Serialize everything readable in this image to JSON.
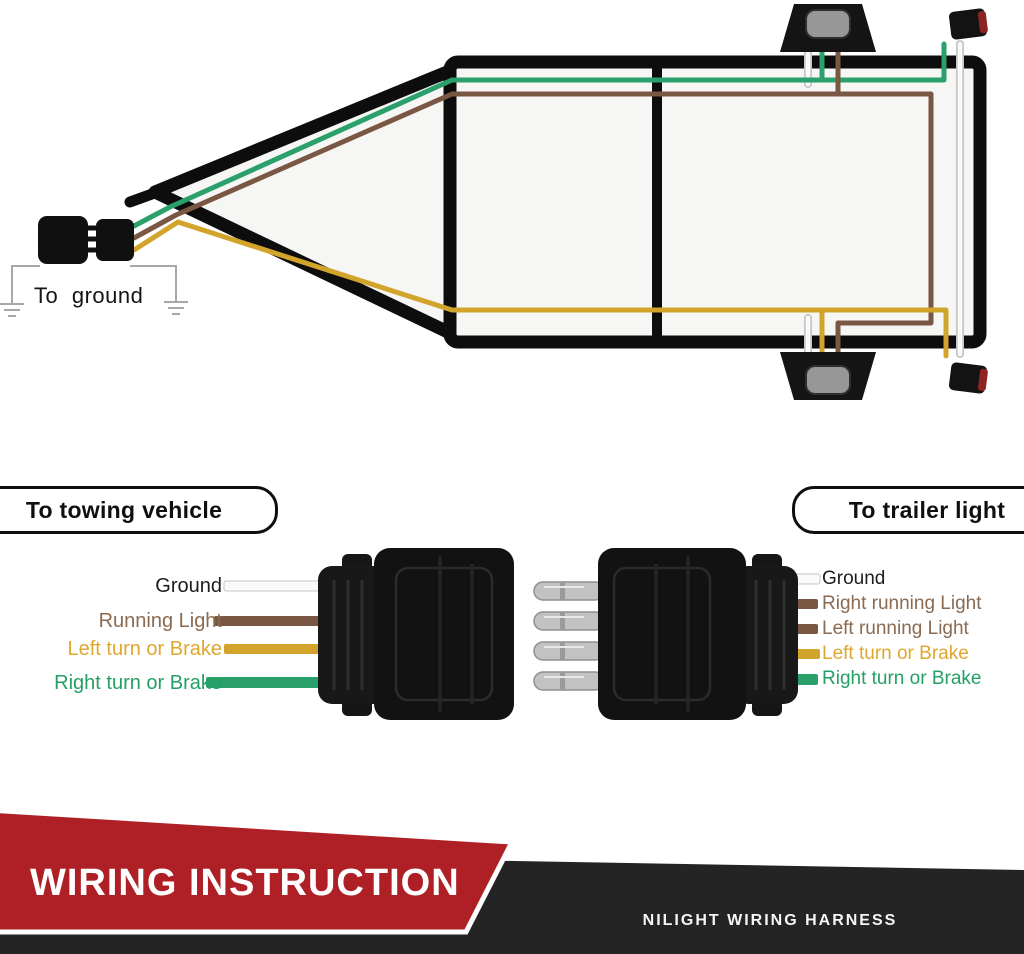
{
  "colors": {
    "frame": "#0d0d0d",
    "interior": "#f6f6f5",
    "wire_white": "#fafafa",
    "wire_white_outline": "#c6c6c6",
    "wire_brown": "#7a5742",
    "wire_yellow": "#d2a42b",
    "wire_green": "#2aa06b",
    "label_dark": "#1d1d1d",
    "label_brown": "#8a6a50",
    "label_yellow": "#dfa72f",
    "label_green": "#24a065",
    "banner_red": "#ae2025",
    "banner_dark": "#242424",
    "connector_black": "#131313",
    "pin_silver": "#c2c2c2"
  },
  "trailer_diagram": {
    "to_ground_label": "To ground"
  },
  "section_headers": {
    "left": "To towing vehicle",
    "right": "To trailer light"
  },
  "harness": {
    "left_labels": [
      {
        "text": "Ground"
      },
      {
        "text": "Running Light"
      },
      {
        "text": "Left turn or Brake"
      },
      {
        "text": "Right turn or Brake"
      }
    ],
    "right_labels": [
      {
        "text": "Ground"
      },
      {
        "text": "Right running Light"
      },
      {
        "text": "Left running Light"
      },
      {
        "text": "Left turn or Brake"
      },
      {
        "text": "Right turn or Brake"
      }
    ]
  },
  "banner": {
    "title": "WIRING INSTRUCTION",
    "subtitle": "NILIGHT WIRING HARNESS"
  }
}
